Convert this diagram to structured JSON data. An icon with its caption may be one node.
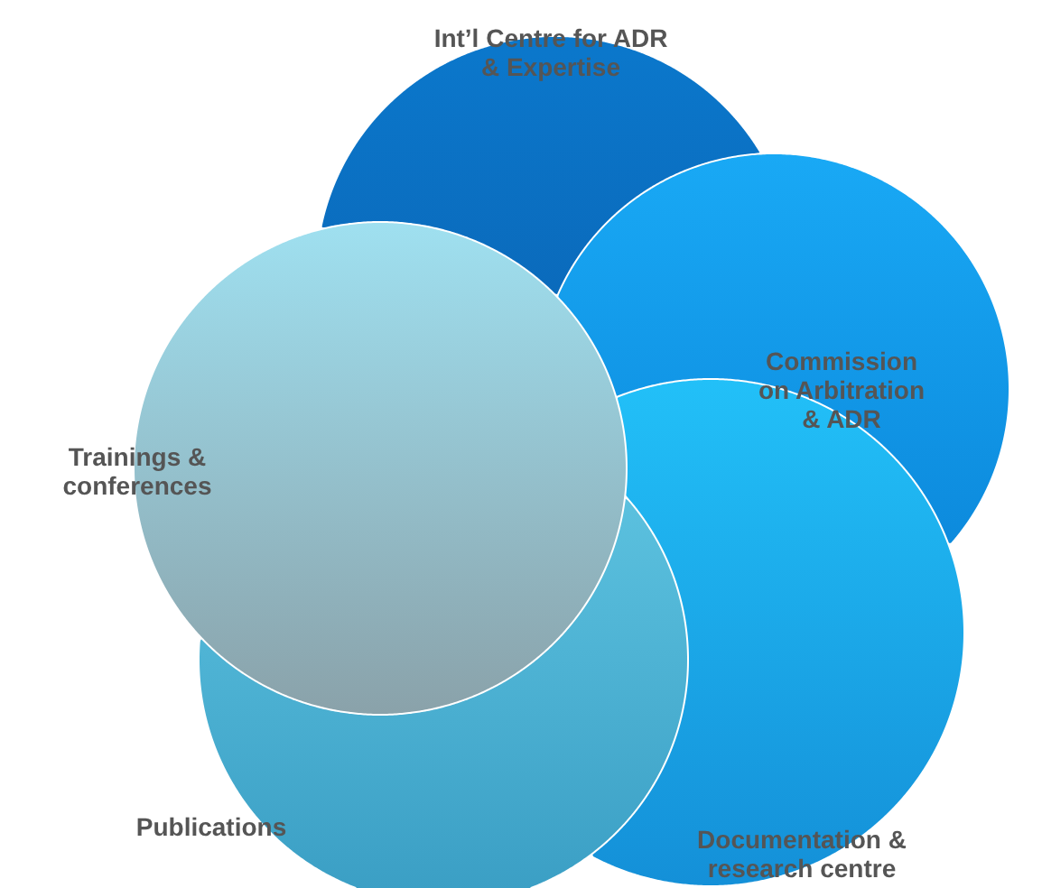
{
  "diagram": {
    "nodes": [
      {
        "text": [
          "Int’l Centre for ADR & Expertise"
        ]
      },
      {
        "text": [
          "Commission on Arbitration & ADR"
        ]
      },
      {
        "text": [
          "Documentation & research centre"
        ]
      },
      {
        "text": [
          "Publications"
        ]
      },
      {
        "text": [
          "Trainings & conferences"
        ]
      }
    ]
  }
}
